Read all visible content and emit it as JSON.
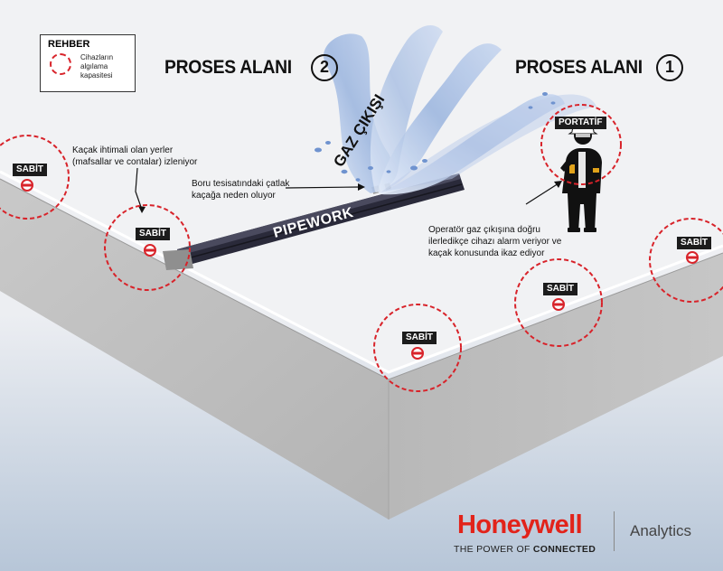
{
  "legend": {
    "title": "REHBER",
    "description": "Cihazların algılama kapasitesi"
  },
  "areas": [
    {
      "title": "PROSES ALANI",
      "number": "2"
    },
    {
      "title": "PROSES ALANI",
      "number": "1"
    }
  ],
  "callouts": {
    "leak_points": "Kaçak ihtimali olan yerler (mafsallar ve contalar) izleniyor",
    "pipe_crack": "Boru tesisatındaki çatlak kaçağa neden oluyor",
    "operator_alarm": "Operatör gaz çıkışına doğru ilerledikçe cihazı alarm veriyor ve kaçak konusunda ikaz ediyor"
  },
  "labels": {
    "pipework": "PIPEWORK",
    "gas_release": "GAZ ÇIKIŞI",
    "portable": "PORTATİF",
    "fixed": "SABİT"
  },
  "brand": {
    "name": "Honeywell",
    "tagline_prefix": "THE POWER OF ",
    "tagline_bold": "CONNECTED",
    "product": "Analytics"
  },
  "colors": {
    "brand_red": "#e2231a",
    "detection_ring": "#d8232a",
    "wall": "#bcbcbc",
    "gas_cloud": "#9fb8e0"
  },
  "icons": {
    "fixed_detector": "fixed-gas-detector-icon",
    "worker": "worker-icon"
  }
}
